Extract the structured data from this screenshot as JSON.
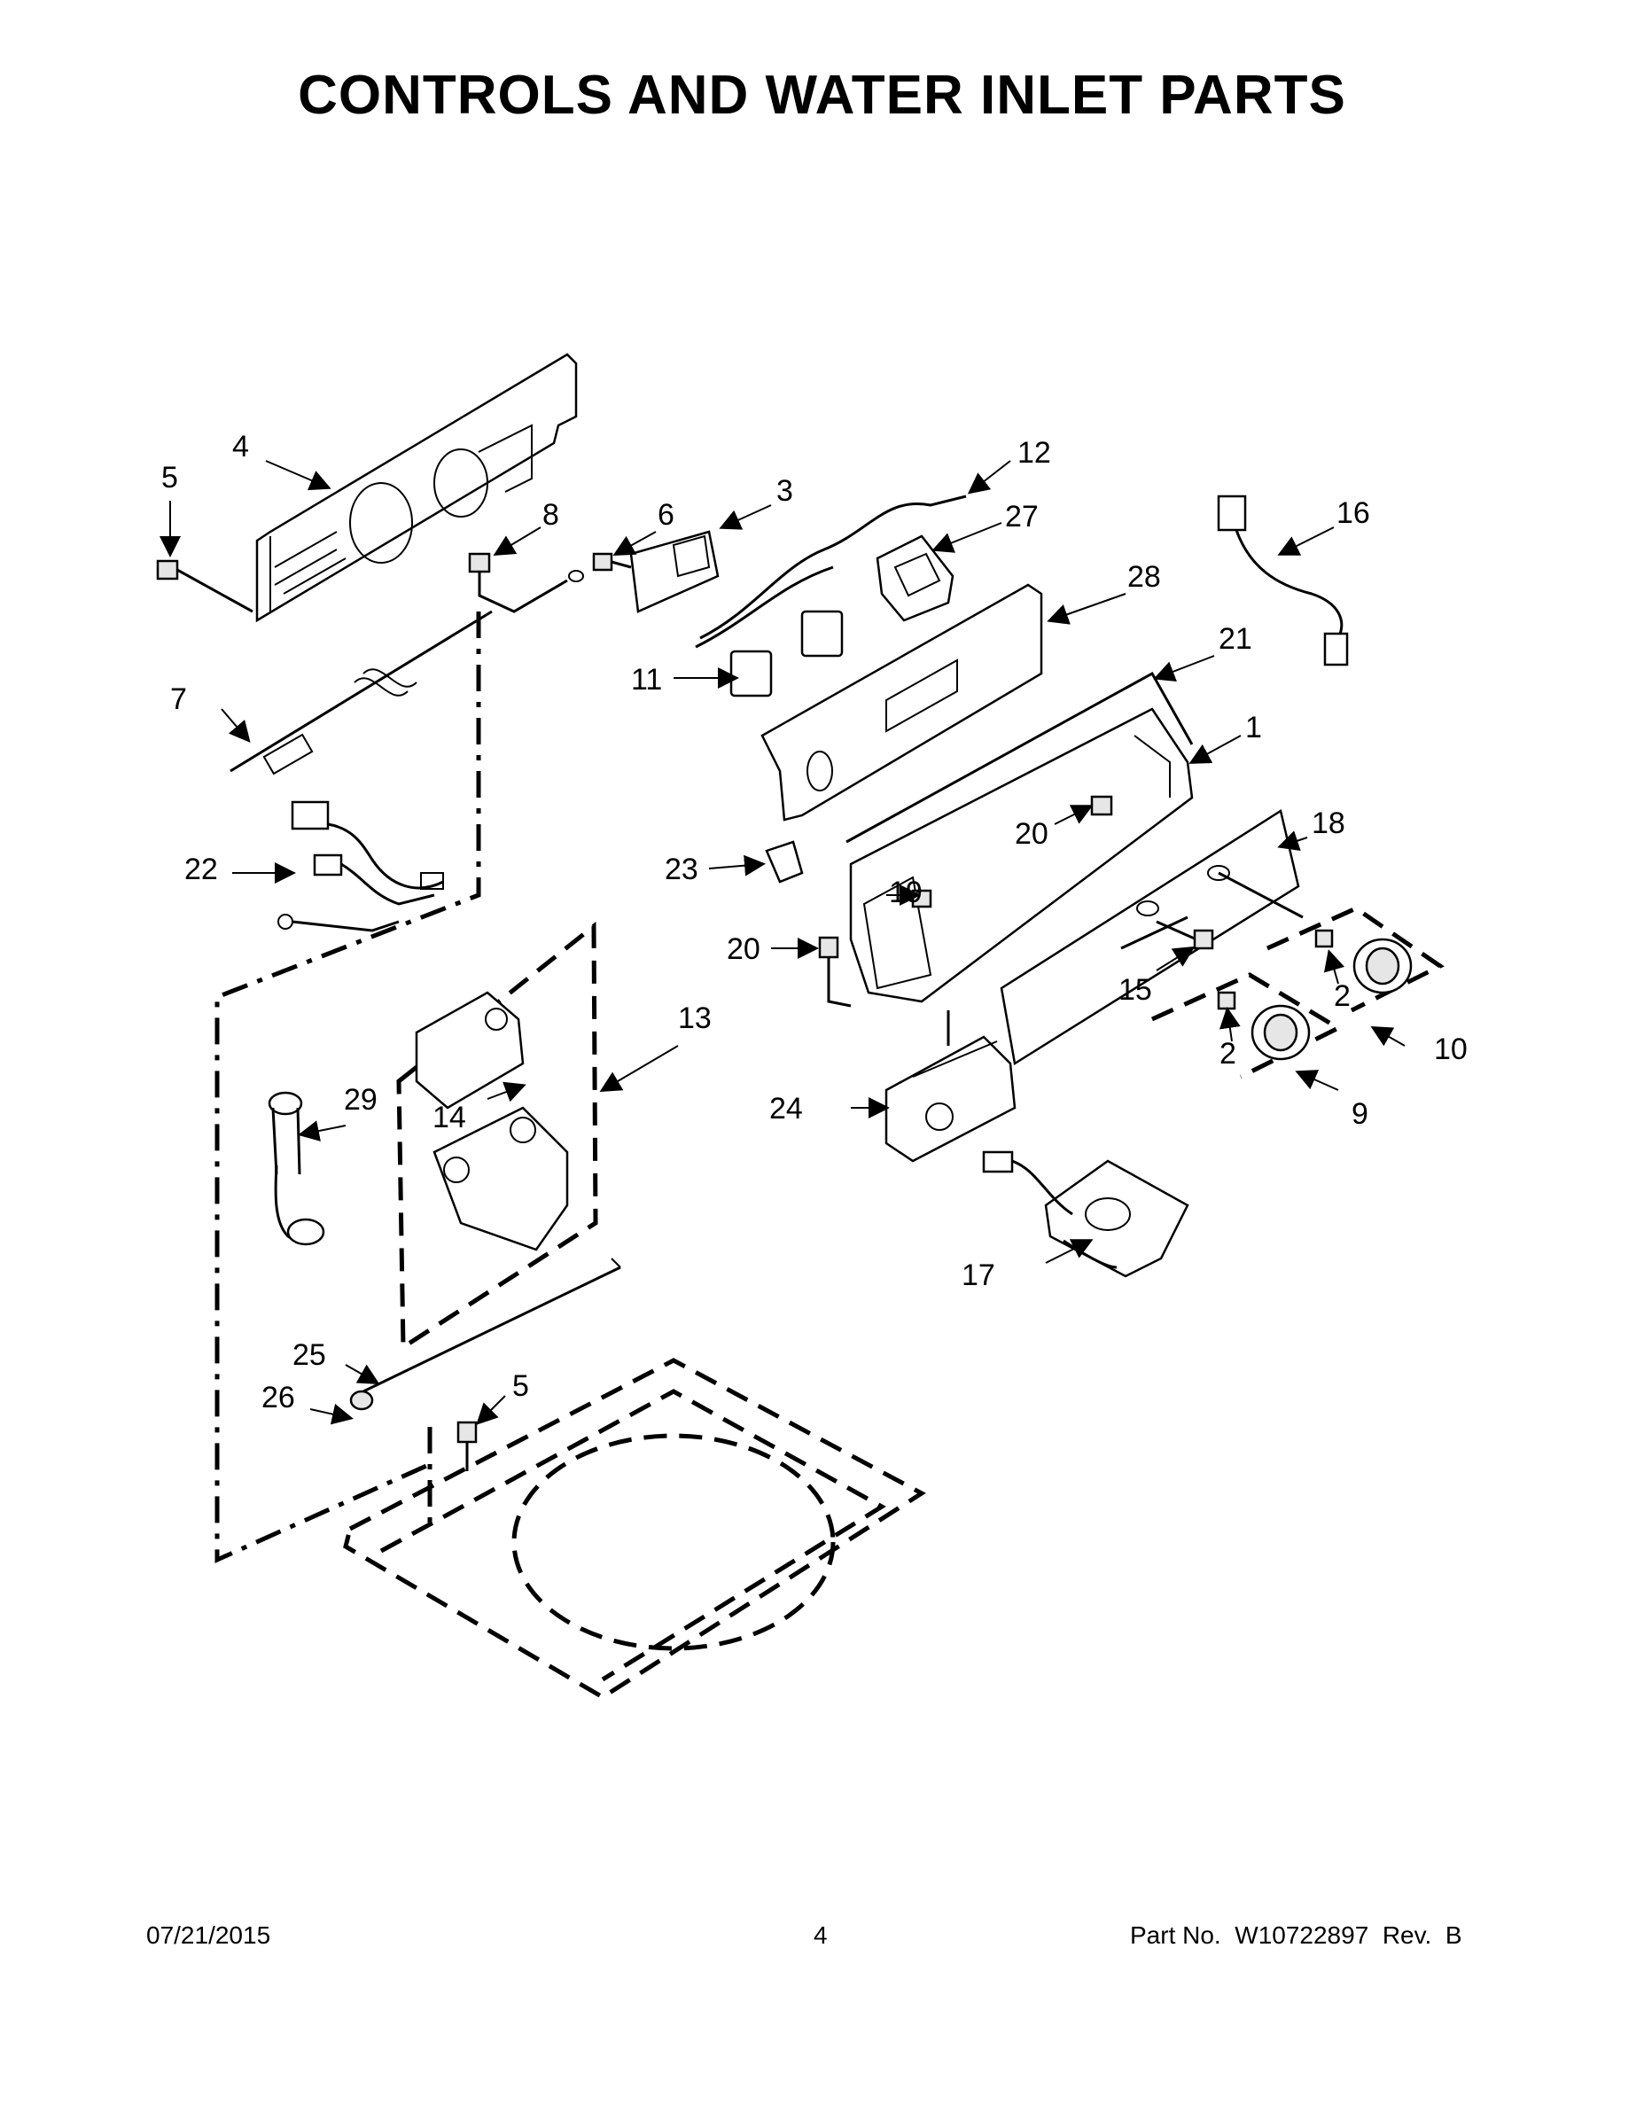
{
  "title": "CONTROLS AND WATER INLET PARTS",
  "footer": {
    "date": "07/21/2015",
    "page": "4",
    "part_no": "Part No.  W10722897  Rev.  B"
  },
  "callouts": {
    "c1": "1",
    "c2a": "2",
    "c2b": "2",
    "c3": "3",
    "c4": "4",
    "c5a": "5",
    "c5b": "5",
    "c6": "6",
    "c7": "7",
    "c8": "8",
    "c9": "9",
    "c10": "10",
    "c11": "11",
    "c12": "12",
    "c13": "13",
    "c14": "14",
    "c15": "15",
    "c16": "16",
    "c17": "17",
    "c18": "18",
    "c19": "19",
    "c20a": "20",
    "c20b": "20",
    "c21": "21",
    "c22": "22",
    "c23": "23",
    "c24": "24",
    "c25": "25",
    "c26": "26",
    "c27": "27",
    "c28": "28",
    "c29": "29"
  }
}
